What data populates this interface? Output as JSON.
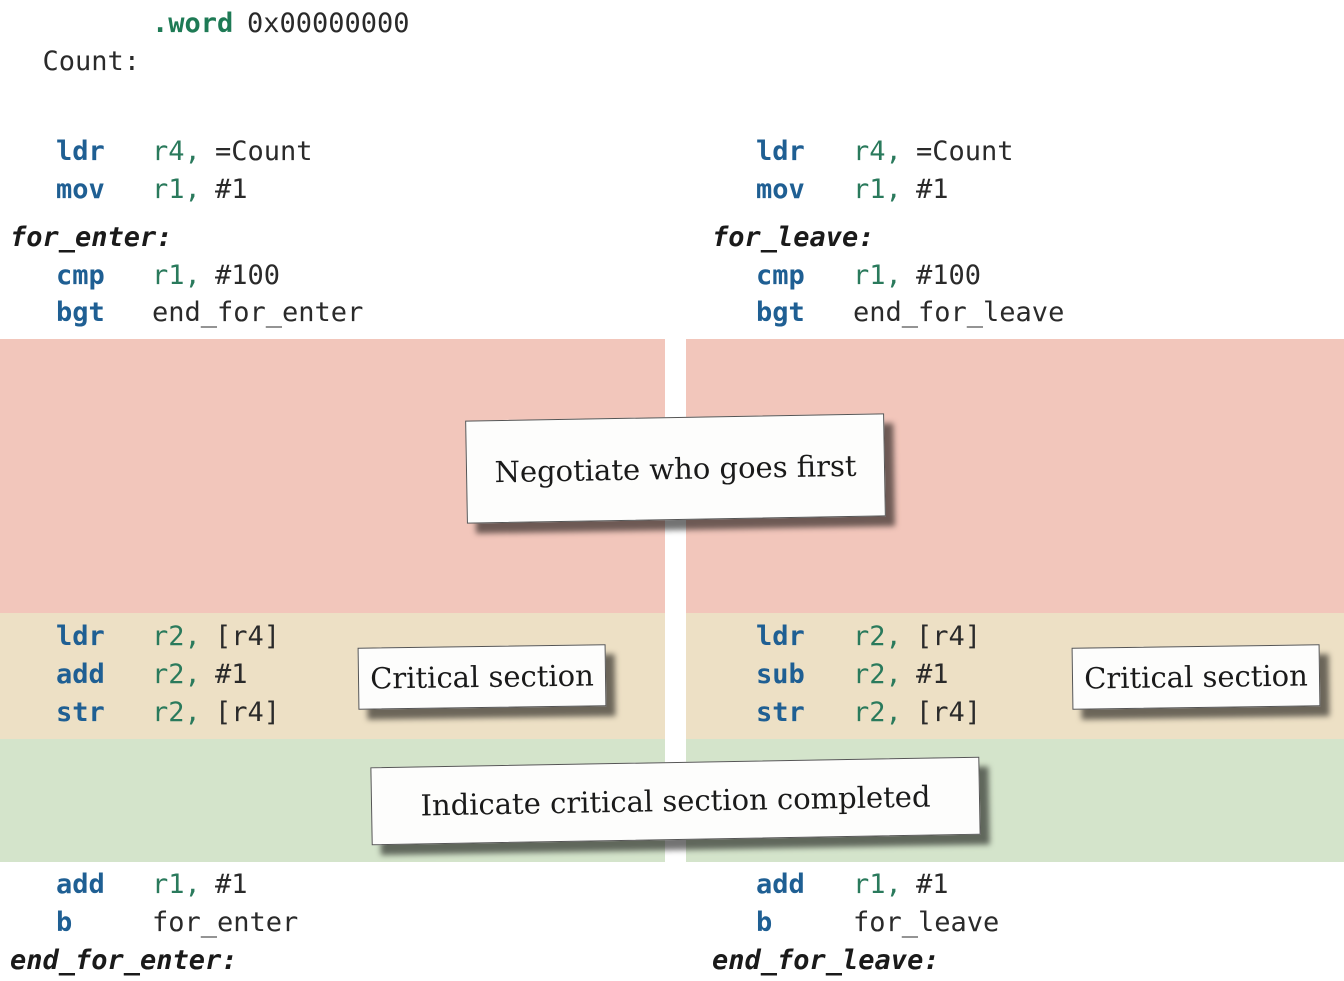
{
  "header": {
    "label": "Count:",
    "directive": ".word",
    "value": "0x00000000"
  },
  "left": {
    "setup": [
      {
        "op": "ldr",
        "reg": "r4,",
        "arg": "=Count"
      },
      {
        "op": "mov",
        "reg": "r1,",
        "arg": "#1"
      }
    ],
    "loop_label": "for_enter:",
    "check": [
      {
        "op": "cmp",
        "reg": "r1,",
        "arg": "#100"
      },
      {
        "op": "bgt",
        "reg": "",
        "arg": "end_for_enter"
      }
    ],
    "critical": [
      {
        "op": "ldr",
        "reg": "r2,",
        "arg": "[r4]"
      },
      {
        "op": "add",
        "reg": "r2,",
        "arg": "#1"
      },
      {
        "op": "str",
        "reg": "r2,",
        "arg": "[r4]"
      }
    ],
    "tail": [
      {
        "op": "add",
        "reg": "r1,",
        "arg": "#1"
      },
      {
        "op": "b",
        "reg": "",
        "arg": "for_enter"
      }
    ],
    "end_label": "end_for_enter:"
  },
  "right": {
    "setup": [
      {
        "op": "ldr",
        "reg": "r4,",
        "arg": "=Count"
      },
      {
        "op": "mov",
        "reg": "r1,",
        "arg": "#1"
      }
    ],
    "loop_label": "for_leave:",
    "check": [
      {
        "op": "cmp",
        "reg": "r1,",
        "arg": "#100"
      },
      {
        "op": "bgt",
        "reg": "",
        "arg": "end_for_leave"
      }
    ],
    "critical": [
      {
        "op": "ldr",
        "reg": "r2,",
        "arg": "[r4]"
      },
      {
        "op": "sub",
        "reg": "r2,",
        "arg": "#1"
      },
      {
        "op": "str",
        "reg": "r2,",
        "arg": "[r4]"
      }
    ],
    "tail": [
      {
        "op": "add",
        "reg": "r1,",
        "arg": "#1"
      },
      {
        "op": "b",
        "reg": "",
        "arg": "for_leave"
      }
    ],
    "end_label": "end_for_leave:"
  },
  "callouts": {
    "negotiate": "Negotiate who goes first",
    "critical_left": "Critical section",
    "critical_right": "Critical section",
    "completed": "Indicate critical section completed"
  },
  "colors": {
    "negotiate_band": "#f2c6bb",
    "critical_band": "#ede0c5",
    "completed_band": "#d4e4cb",
    "opcode": "#1f5f93",
    "register": "#2a7a5c"
  }
}
